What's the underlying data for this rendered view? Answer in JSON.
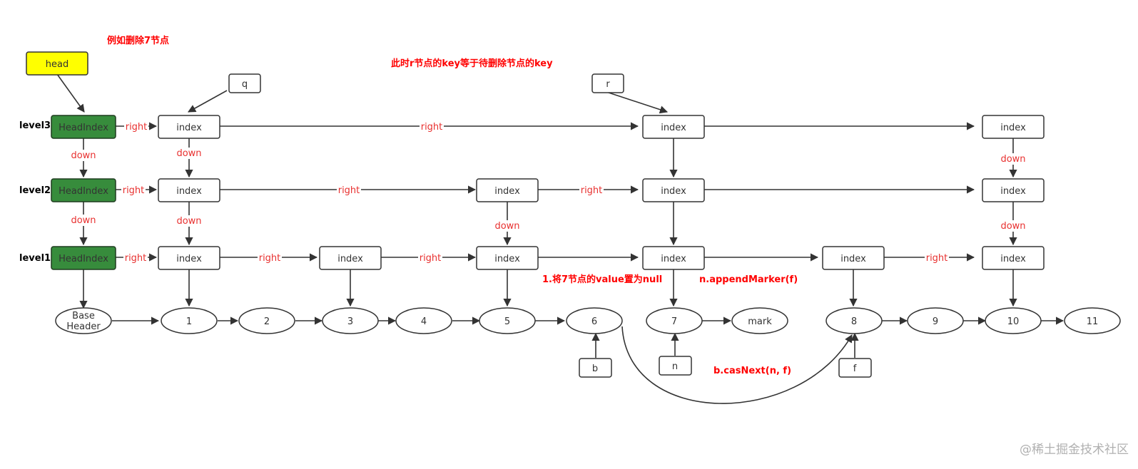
{
  "notes": {
    "delete_example": "例如删除7节点",
    "r_key_note": "此时r节点的key等于待删除节点的key",
    "set_value_null": "1.将7节点的value置为null",
    "append_marker": "n.appendMarker(f)",
    "cas_next": "b.casNext(n, f)"
  },
  "head": {
    "label": "head"
  },
  "pointers": {
    "q": "q",
    "r": "r",
    "b": "b",
    "n": "n",
    "f": "f"
  },
  "levels": [
    "level3",
    "level2",
    "level1"
  ],
  "head_index_label": "HeadIndex",
  "index_label": "index",
  "edge_labels": {
    "right": "right",
    "down": "down"
  },
  "base_header": {
    "line1": "Base",
    "line2": "Header"
  },
  "nodes": [
    "1",
    "2",
    "3",
    "4",
    "5",
    "6",
    "7",
    "mark",
    "8",
    "9",
    "10",
    "11"
  ],
  "colors": {
    "head_fill": "#ffff00",
    "head_index_fill": "#378c3c",
    "label_red": "#e8302f",
    "note_red": "#ff0000"
  },
  "watermark": "@稀土掘金技术社区"
}
